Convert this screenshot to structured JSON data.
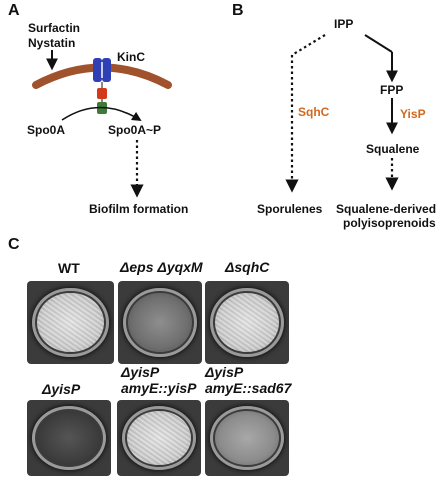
{
  "panelA": {
    "letter": "A",
    "surfactin": "Surfactin",
    "nystatin": "Nystatin",
    "kinc": "KinC",
    "spo0a": "Spo0A",
    "spo0ap": "Spo0A~P",
    "biofilm": "Biofilm formation"
  },
  "panelB": {
    "letter": "B",
    "ipp": "IPP",
    "fpp": "FPP",
    "sqhc": "SqhC",
    "yisp": "YisP",
    "squalene": "Squalene",
    "sporulenes": "Sporulenes",
    "derived_line1": "Squalene-derived",
    "derived_line2": "polyisoprenoids"
  },
  "panelC": {
    "letter": "C",
    "wt": "WT",
    "eps_yqxm": "Δeps ΔyqxM",
    "sqhc": "ΔsqhC",
    "yisp": "ΔyisP",
    "yisp2_line1": "ΔyisP",
    "yisp2_line2": "amyE::yisP",
    "yisp3_line1": "ΔyisP",
    "yisp3_line2": "amyE::sad67"
  },
  "colors": {
    "membrane": "#a0522d",
    "kinc": "#2f3fb5",
    "red_domain": "#d13b1c",
    "green_domain": "#3f7a3a",
    "enzyme_label": "#d2691e"
  }
}
